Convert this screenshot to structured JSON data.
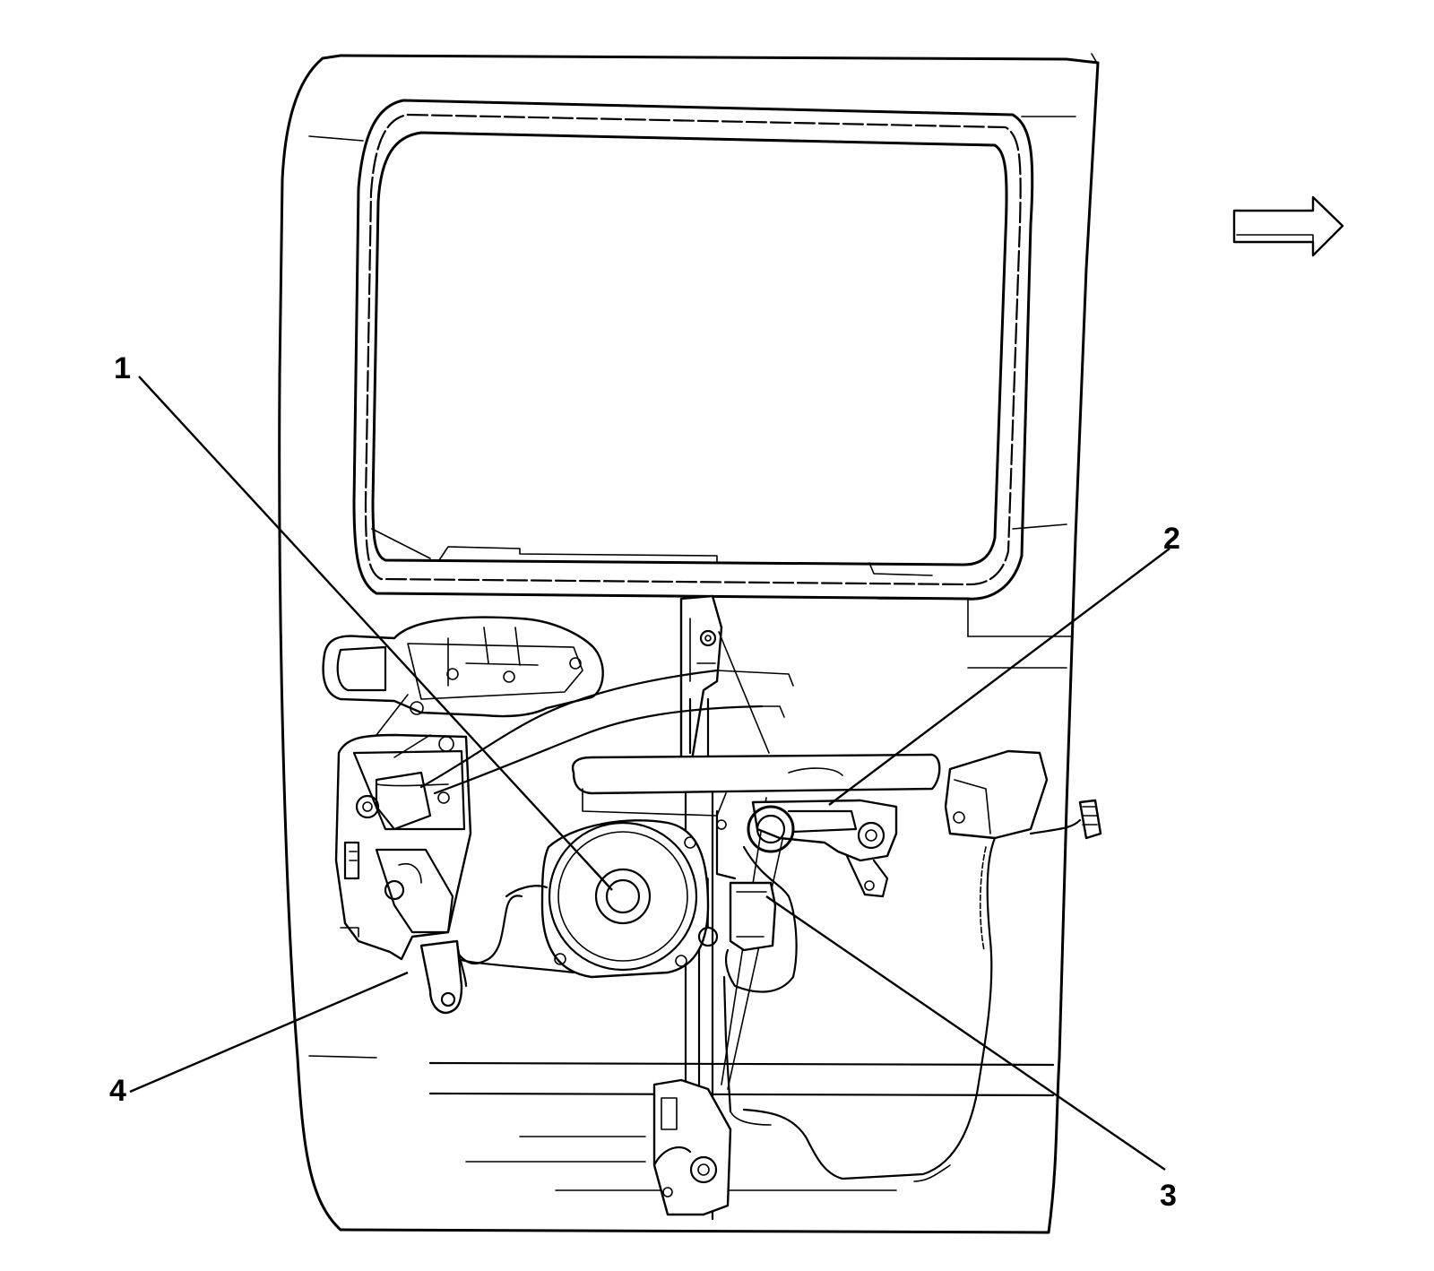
{
  "diagram": {
    "callouts": [
      {
        "id": "1",
        "label": "1"
      },
      {
        "id": "2",
        "label": "2"
      },
      {
        "id": "3",
        "label": "3"
      },
      {
        "id": "4",
        "label": "4"
      }
    ],
    "icons": {
      "direction": "right-arrow-icon"
    }
  }
}
